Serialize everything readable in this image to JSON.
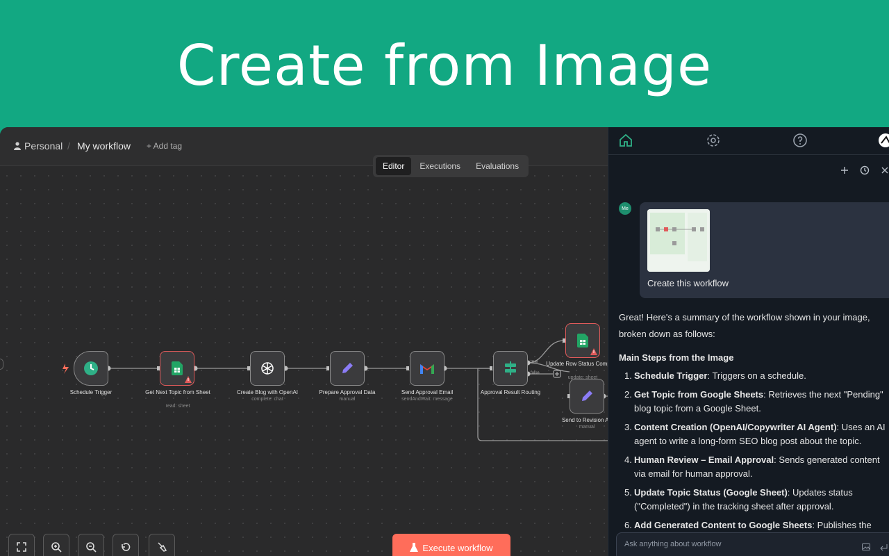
{
  "banner": {
    "title": "Create from Image"
  },
  "header": {
    "breadcrumb_personal": "Personal",
    "breadcrumb_sep": "/",
    "workflow_name": "My workflow",
    "add_tag": "+ Add tag"
  },
  "tabs": [
    "Editor",
    "Executions",
    "Evaluations"
  ],
  "nodes": [
    {
      "label": "Schedule Trigger",
      "sub": ""
    },
    {
      "label": "Get Next Topic from Sheet",
      "sub": "read: sheet"
    },
    {
      "label": "Create Blog with OpenAI",
      "sub": "complete: chat"
    },
    {
      "label": "Prepare Approval Data",
      "sub": "manual"
    },
    {
      "label": "Send Approval Email",
      "sub": "sendAndWait: message"
    },
    {
      "label": "Approval Result Routing",
      "sub": ""
    },
    {
      "label": "Update Row Status Complete",
      "sub": "update: sheet"
    },
    {
      "label": "Send to Revision Ag",
      "sub": "manual"
    }
  ],
  "branch_labels": {
    "true": "true",
    "false": "false"
  },
  "execute_button": "Execute workflow",
  "panel": {
    "avatar": "Me",
    "user_message": "Create this workflow",
    "intro": "Great! Here's a summary of the workflow shown in your image, broken down as follows:",
    "section_heading": "Main Steps from the Image",
    "steps": [
      {
        "num": "1.",
        "title": "Schedule Trigger",
        "text": ": Triggers on a schedule."
      },
      {
        "num": "2.",
        "title": "Get Topic from Google Sheets",
        "text": ": Retrieves the next \"Pending\" blog topic from a Google Sheet."
      },
      {
        "num": "3.",
        "title": "Content Creation (OpenAI/Copywriter AI Agent)",
        "text": ": Uses an AI agent to write a long-form SEO blog post about the topic."
      },
      {
        "num": "4.",
        "title": "Human Review – Email Approval",
        "text": ": Sends generated content via email for human approval."
      },
      {
        "num": "5.",
        "title": "Update Topic Status (Google Sheet)",
        "text": ": Updates status (\"Completed\") in the tracking sheet after approval."
      },
      {
        "num": "6.",
        "title": "Add Generated Content to Google Sheets",
        "text": ": Publishes the"
      }
    ],
    "input_placeholder": "Ask anything about workflow"
  },
  "colors": {
    "accent": "#12a882",
    "execute": "#ff6d5a",
    "warn": "#e05a5a"
  }
}
